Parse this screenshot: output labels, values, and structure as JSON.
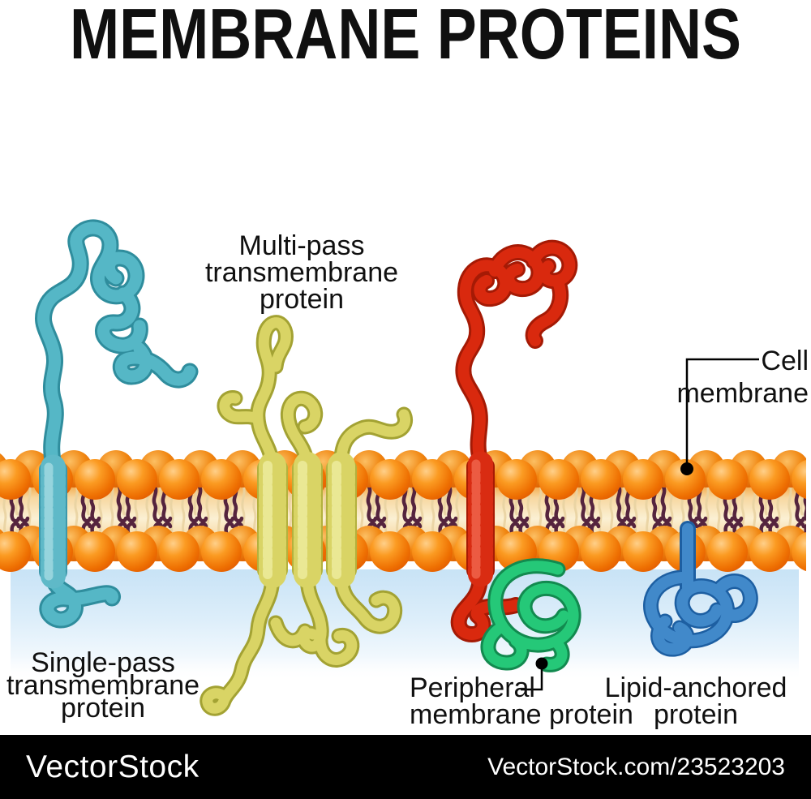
{
  "title": "MEMBRANE PROTEINS",
  "diagram": {
    "labels": {
      "multi_pass": {
        "line1": "Multi-pass",
        "line2": "transmembrane",
        "line3": "protein"
      },
      "single_pass": {
        "line1": "Single-pass",
        "line2": "transmembrane",
        "line3": "protein"
      },
      "cell_membrane": {
        "line1": "Cell",
        "line2": "membrane"
      },
      "peripheral": {
        "line1": "Peripheral",
        "line2": "membrane protein"
      },
      "lipid_anchored": {
        "line1": "Lipid-anchored",
        "line2": "protein"
      }
    },
    "colors": {
      "single_pass_protein": "#55b7c6",
      "multi_pass_protein": "#d9d465",
      "red_transmembrane_protein": "#d9290e",
      "peripheral_protein": "#25c878",
      "lipid_anchored_protein": "#4189ca",
      "lipid_head_orange": "#f0850f",
      "lipid_tail_maroon": "#55243e",
      "cytoplasm_blue": "#c8e3f6"
    }
  },
  "watermark": {
    "brand": "VectorStock",
    "credit": "VectorStock.com/23523203"
  }
}
